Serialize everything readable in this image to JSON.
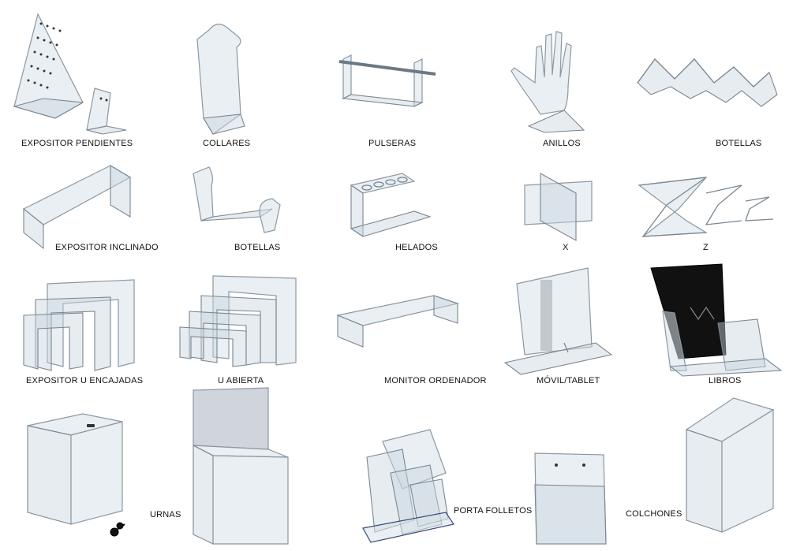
{
  "products": [
    {
      "id": "expositor-pendientes",
      "label": "EXPOSITOR PENDIENTES"
    },
    {
      "id": "collares",
      "label": "COLLARES"
    },
    {
      "id": "pulseras",
      "label": "PULSERAS"
    },
    {
      "id": "anillos",
      "label": "ANILLOS"
    },
    {
      "id": "botellas-1",
      "label": "BOTELLAS"
    },
    {
      "id": "expositor-inclinado",
      "label": "EXPOSITOR  INCLINADO"
    },
    {
      "id": "botellas-2",
      "label": "BOTELLAS"
    },
    {
      "id": "helados",
      "label": "HELADOS"
    },
    {
      "id": "x",
      "label": "X"
    },
    {
      "id": "z",
      "label": "Z"
    },
    {
      "id": "expositor-u-encajadas",
      "label": "EXPOSITOR  U  ENCAJADAS"
    },
    {
      "id": "u-abierta",
      "label": "U  ABIERTA"
    },
    {
      "id": "monitor-ordenador",
      "label": "MONITOR ORDENADOR"
    },
    {
      "id": "movil-tablet",
      "label": "MÓVIL/TABLET"
    },
    {
      "id": "libros",
      "label": "LIBROS"
    },
    {
      "id": "urnas",
      "label": "URNAS"
    },
    {
      "id": "porta-folletos",
      "label": "PORTA FOLLETOS"
    },
    {
      "id": "colchones",
      "label": "COLCHONES"
    }
  ]
}
